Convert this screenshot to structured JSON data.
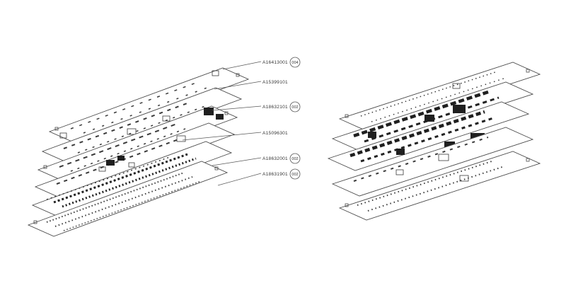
{
  "figure": {
    "kind": "exploded-pcb-assembly-diagram",
    "colors": {
      "outline": "#4a4a4a",
      "component": "#1f1f1f",
      "label_text": "#333333"
    },
    "labels": [
      {
        "part": "A16413001",
        "qty": "004"
      },
      {
        "part": "A15399101",
        "qty": null
      },
      {
        "part": "A18632101",
        "qty": "002"
      },
      {
        "part": "A15096301",
        "qty": null
      },
      {
        "part": "A18632001",
        "qty": "002"
      },
      {
        "part": "A18631901",
        "qty": "002"
      }
    ]
  }
}
